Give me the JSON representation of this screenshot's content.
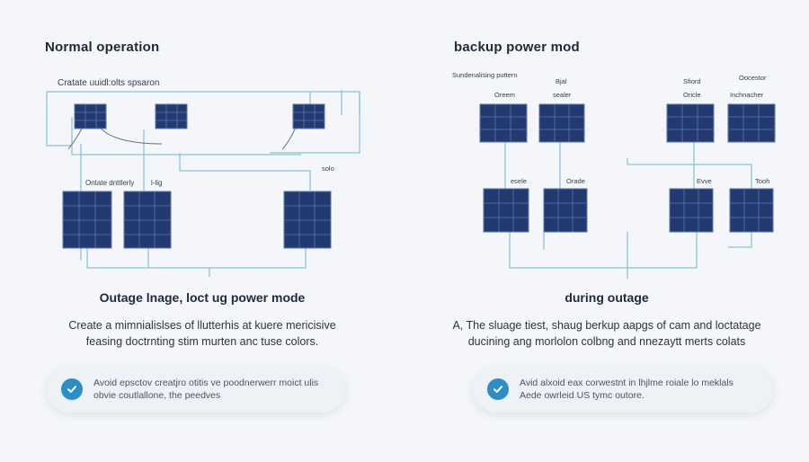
{
  "colors": {
    "wire": "#8cc4d8",
    "panel_fill": "#233a70",
    "panel_grid": "#5b77ad",
    "check": "#2b8fc6"
  },
  "left": {
    "heading": "Normal operation",
    "top_label": "Cratate uuidl:olts spsaron",
    "label_a": "Ontate dnttlerly",
    "label_b": "l-lig",
    "label_c": "solo",
    "caption": "Outage lnage, loct ug power mode",
    "desc_line1": "Create a mimnialislses of llutterhis at kuere mericisive",
    "desc_line2": "feasing doctrnting stim murten anc tuse colors.",
    "note_line1": "Avoid epsctov creatjro otitis ve poodnerwerr moict ulis",
    "note_line2": "obvie coutlallone, the peedves"
  },
  "right": {
    "heading": "backup power mod",
    "top_label": "Sundenalising puttern",
    "label_bjal": "Bjal",
    "label_sfiord": "Sfiord",
    "label_oocestor": "Oocestor",
    "label_oreem": "Oreem",
    "label_sealer": "sealer",
    "label_oricle": "Oricle",
    "label_inchnacher": "Inchnacher",
    "label_esele": "esele",
    "label_orade": "Orade",
    "label_evve": "Evve",
    "label_tooh": "Tooh",
    "caption": "during outage",
    "desc_line1": "A, The sluage tiest, shaug berkup aapgs of cam and loctatage",
    "desc_line2": "ducining ang morlolon colbng and nnezaytt merts colats",
    "note_line1": "Avid alxoid eax corwestnt in lhjlme roiale lo meklals",
    "note_line2": "Aede owrleid US tymc outore."
  }
}
